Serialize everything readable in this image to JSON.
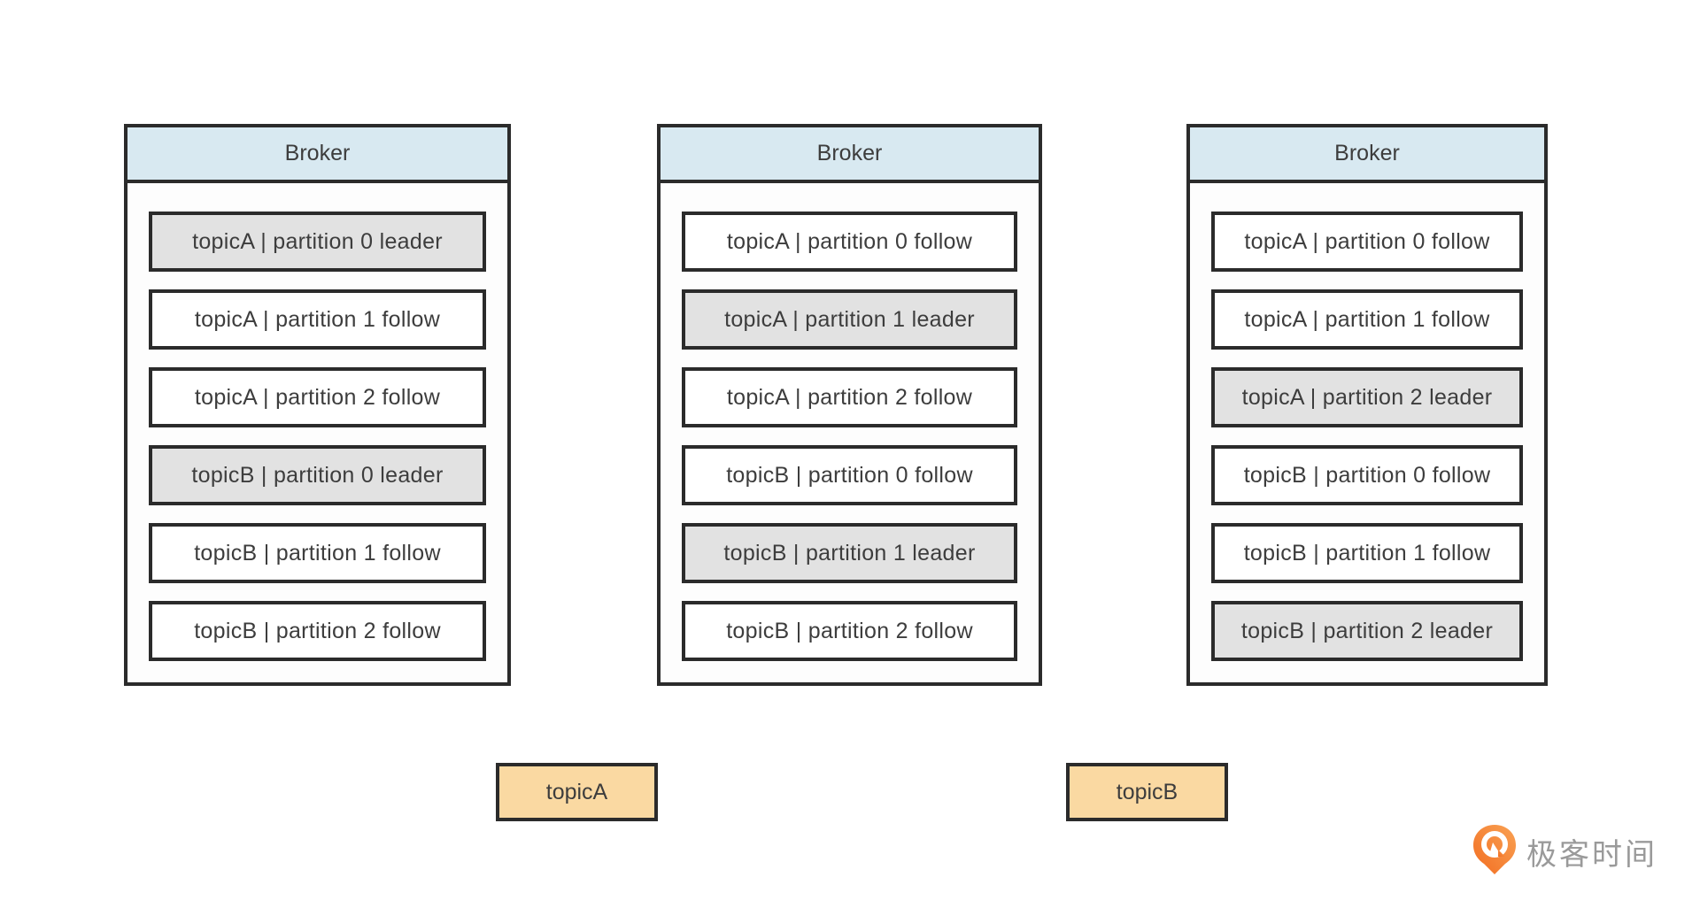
{
  "brokers": [
    {
      "title": "Broker",
      "partitions": [
        {
          "label": "topicA | partition 0 leader",
          "role": "leader"
        },
        {
          "label": "topicA | partition 1 follow",
          "role": "follow"
        },
        {
          "label": "topicA | partition 2 follow",
          "role": "follow"
        },
        {
          "label": "topicB | partition 0 leader",
          "role": "leader"
        },
        {
          "label": "topicB | partition 1 follow",
          "role": "follow"
        },
        {
          "label": "topicB | partition 2 follow",
          "role": "follow"
        }
      ]
    },
    {
      "title": "Broker",
      "partitions": [
        {
          "label": "topicA | partition 0 follow",
          "role": "follow"
        },
        {
          "label": "topicA | partition 1 leader",
          "role": "leader"
        },
        {
          "label": "topicA | partition 2 follow",
          "role": "follow"
        },
        {
          "label": "topicB | partition 0 follow",
          "role": "follow"
        },
        {
          "label": "topicB | partition 1 leader",
          "role": "leader"
        },
        {
          "label": "topicB | partition 2 follow",
          "role": "follow"
        }
      ]
    },
    {
      "title": "Broker",
      "partitions": [
        {
          "label": "topicA | partition 0 follow",
          "role": "follow"
        },
        {
          "label": "topicA | partition 1 follow",
          "role": "follow"
        },
        {
          "label": "topicA | partition 2 leader",
          "role": "leader"
        },
        {
          "label": "topicB | partition 0 follow",
          "role": "follow"
        },
        {
          "label": "topicB | partition 1 follow",
          "role": "follow"
        },
        {
          "label": "topicB | partition 2 leader",
          "role": "leader"
        }
      ]
    }
  ],
  "topics": [
    {
      "label": "topicA"
    },
    {
      "label": "topicB"
    }
  ],
  "logo": {
    "text": "极客时间",
    "icon": "geektime-pin-icon"
  },
  "colors": {
    "broker_header_fill": "#d8e9f1",
    "leader_fill": "#e2e2e2",
    "follow_fill": "#ffffff",
    "topic_fill": "#fad9a2",
    "border": "#2b2b2b",
    "text": "#3d3d3d",
    "logo_text": "#9a9a9a",
    "logo_orange_dark": "#f26d21",
    "logo_orange_light": "#f9a254"
  }
}
